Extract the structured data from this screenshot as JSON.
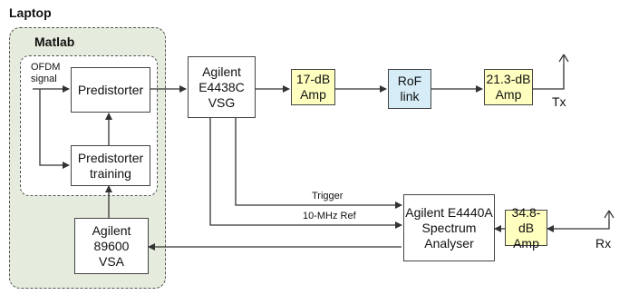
{
  "laptop": {
    "title": "Laptop"
  },
  "matlab": {
    "title": "Matlab"
  },
  "input": {
    "label_line1": "OFDM",
    "label_line2": "signal"
  },
  "blocks": {
    "predistorter": "Predistorter",
    "training_line1": "Predistorter",
    "training_line2": "training",
    "vsa_line1": "Agilent",
    "vsa_line2": "89600",
    "vsa_line3": "VSA",
    "vsg_line1": "Agilent",
    "vsg_line2": "E4438C",
    "vsg_line3": "VSG",
    "amp17_line1": "17-dB",
    "amp17_line2": "Amp",
    "rof_line1": "RoF",
    "rof_line2": "link",
    "amp213_line1": "21.3-dB",
    "amp213_line2": "Amp",
    "sa_line1": "Agilent E4440A",
    "sa_line2": "Spectrum",
    "sa_line3": "Analyser",
    "amp348_line1": "34.8-dB",
    "amp348_line2": "Amp"
  },
  "labels": {
    "tx": "Tx",
    "rx": "Rx",
    "trigger": "Trigger",
    "ref": "10-MHz Ref"
  },
  "colors": {
    "laptop_fill": "#e6ecdd",
    "amp_fill": "#ffffc0",
    "rof_fill": "#d6ecf6"
  }
}
